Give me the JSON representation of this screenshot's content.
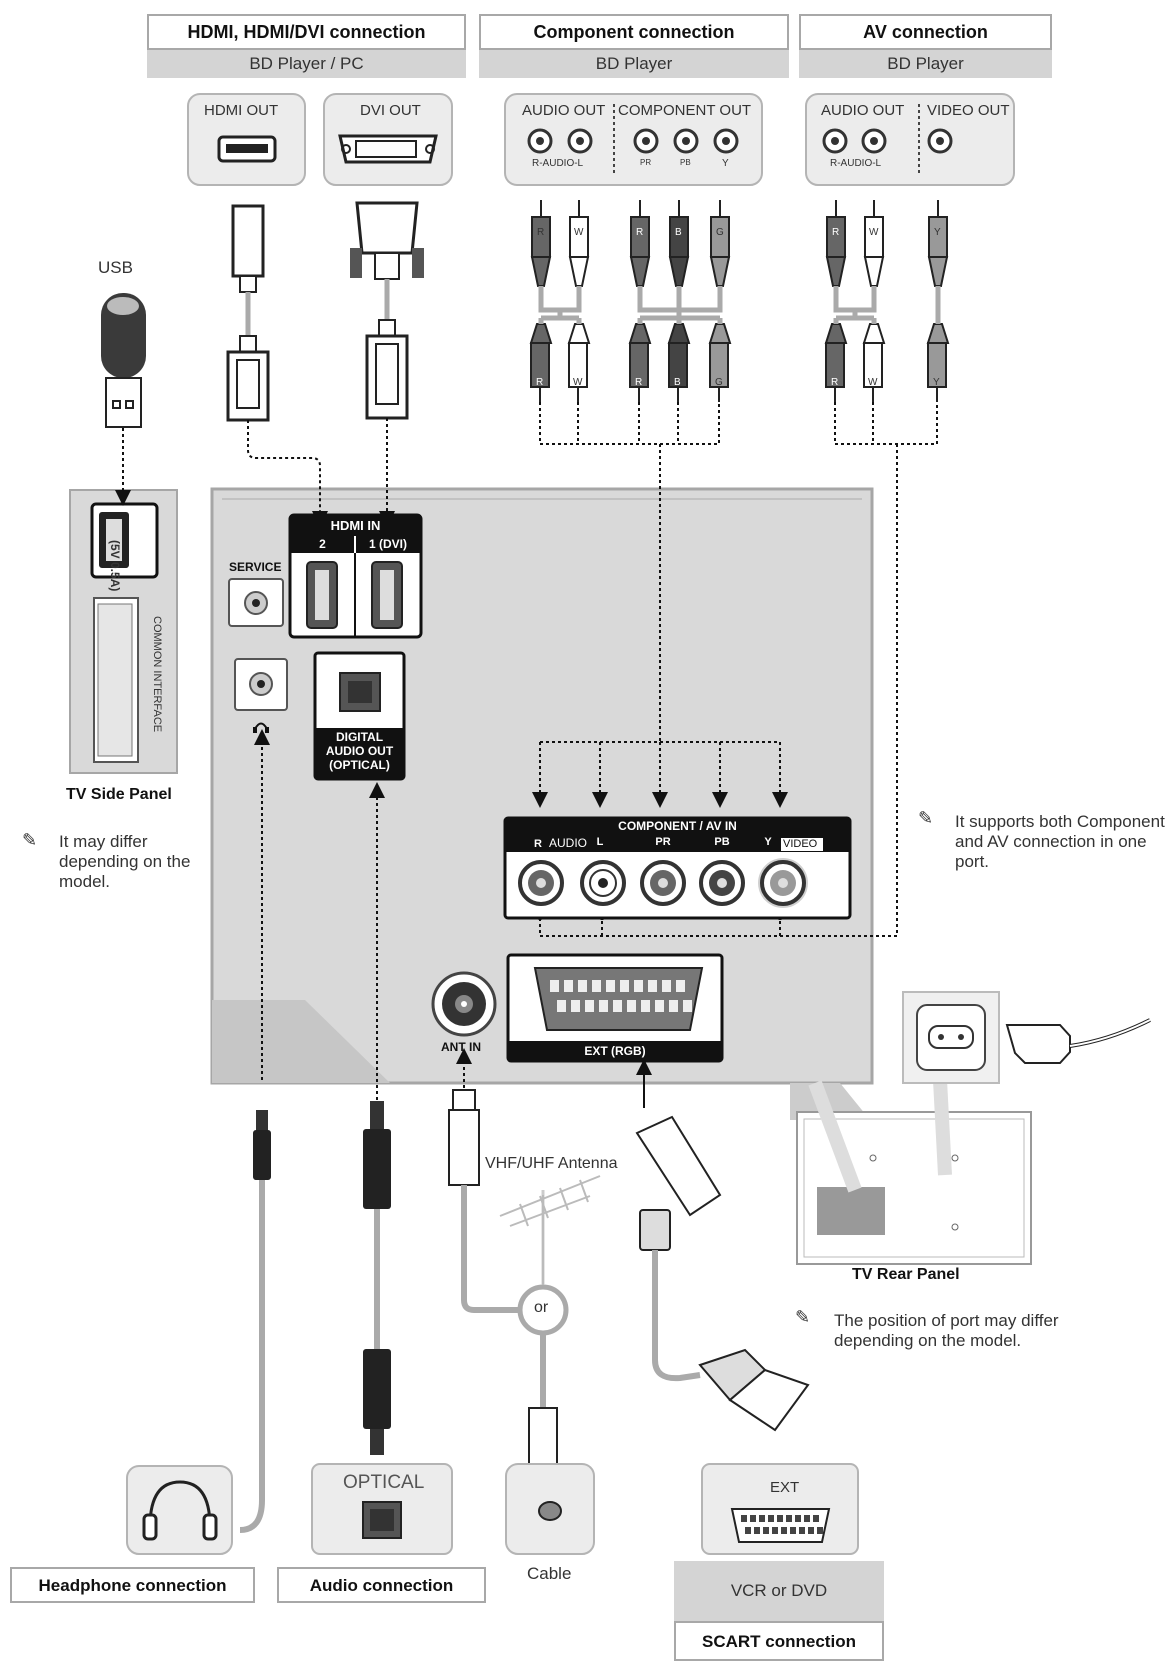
{
  "sections": {
    "hdmi": {
      "title": "HDMI, HDMI/DVI connection",
      "subtitle": "BD Player / PC",
      "ports": [
        "HDMI OUT",
        "DVI OUT"
      ]
    },
    "component": {
      "title": "Component connection",
      "subtitle": "BD Player",
      "audio_out": "AUDIO OUT",
      "component_out": "COMPONENT OUT",
      "audio_sub": "R-AUDIO-L",
      "pr": "PR",
      "pb": "PB",
      "y": "Y"
    },
    "av": {
      "title": "AV connection",
      "subtitle": "BD Player",
      "audio_out": "AUDIO OUT",
      "video_out": "VIDEO OUT",
      "audio_sub": "R-AUDIO-L"
    }
  },
  "plug_letters": {
    "r": "R",
    "w": "W",
    "b": "B",
    "g": "G",
    "y": "Y"
  },
  "usb": {
    "label": "USB",
    "port_label": "(5V 0.5A)",
    "ci_label": "COMMON INTERFACE"
  },
  "side_panel": {
    "caption": "TV Side Panel",
    "note": "It may differ depending on the model."
  },
  "tv_panel": {
    "hdmi_in": "HDMI IN",
    "hdmi_2": "2",
    "hdmi_1": "1 (DVI)",
    "service": "SERVICE",
    "optical": "DIGITAL AUDIO OUT (OPTICAL)",
    "component_av_in": "COMPONENT / AV IN",
    "audio": "AUDIO",
    "pr": "PR",
    "pb": "PB",
    "video": "VIDEO",
    "ant_in": "ANT IN",
    "ext_rgb": "EXT (RGB)"
  },
  "notes": {
    "component_av": "It supports both Component and AV connection in one port.",
    "rear_position": "The position of port may differ depending on the model."
  },
  "rear_panel": {
    "caption": "TV Rear Panel"
  },
  "antenna": {
    "label": "VHF/UHF Antenna",
    "or": "or",
    "cable": "Cable"
  },
  "bottom": {
    "optical_label": "OPTICAL",
    "ext_label": "EXT",
    "vcr_dvd": "VCR or DVD",
    "headphone": "Headphone connection",
    "audio": "Audio connection",
    "scart": "SCART connection"
  },
  "colors": {
    "panel": "#d9d9d9",
    "panel_edge": "#a6a6a6",
    "dark": "#1a1a1a",
    "box": "#ececec"
  }
}
